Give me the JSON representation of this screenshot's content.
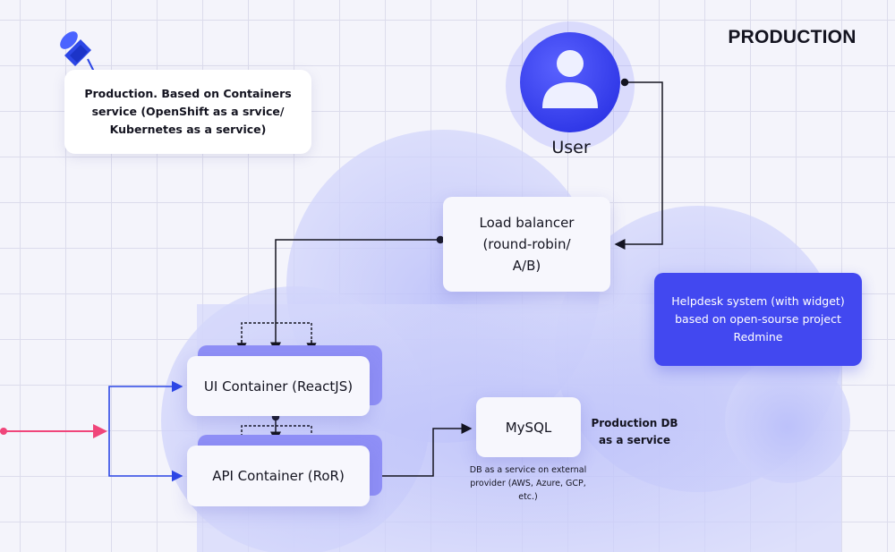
{
  "diagram": {
    "title": "PRODUCTION",
    "note": "Production. Based on Containers service (OpenShift as a srvice/ Kubernetes as a service)",
    "user": {
      "label": "User",
      "icon": "user-avatar-icon"
    },
    "load_balancer": "Load balancer\n(round-robin/\nA/B)",
    "ui_container": "UI Container (ReactJS)",
    "api_container": "API Container (RoR)",
    "mysql": "MySQL",
    "production_db": "Production DB\nas a service",
    "db_note": "DB as a service on external\nprovider (AWS, Azure, GCP,\netc.)",
    "helpdesk": "Helpdesk system (with widget)\nbased on open-sourse project\nRedmine",
    "colors": {
      "accent_blue": "#4248f0",
      "cloud": "#c9cdfb",
      "incoming_arrow": "#f0457a",
      "pin": "#2d47e6"
    }
  }
}
